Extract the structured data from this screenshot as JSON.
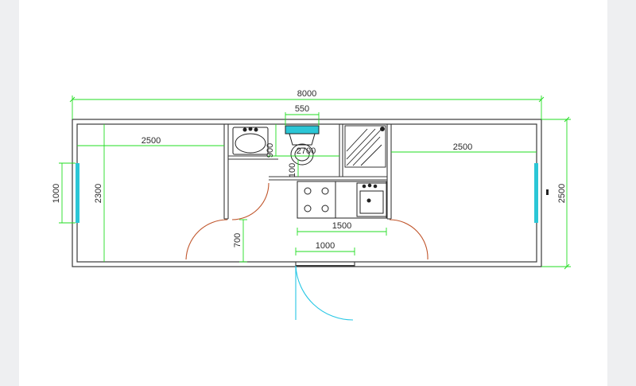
{
  "colors": {
    "wall": "#3a3a3a",
    "dimension": "#22dd22",
    "door": "#c0552b",
    "window": "#2bc6d6",
    "entrance_door": "#27c7e5",
    "fixture": "#222222",
    "background": "#eeeff1",
    "sheet": "#ffffff"
  },
  "dimensions": {
    "overall_length": "8000",
    "overall_width": "2500",
    "bedroom_left_length": "2500",
    "bedroom_left_depth": "2300",
    "bedroom_right_length": "2500",
    "left_window": "1000",
    "bath_fixture": "550",
    "bath_depth": "900",
    "bath_width": "2700",
    "bath_gap": "100",
    "kitchen_counter": "1500",
    "entrance_door": "1000",
    "left_door": "700"
  },
  "fixtures": [
    "washbasin-icon",
    "toilet-icon",
    "shower-tray-icon",
    "cooktop-icon",
    "kitchen-sink-icon"
  ]
}
